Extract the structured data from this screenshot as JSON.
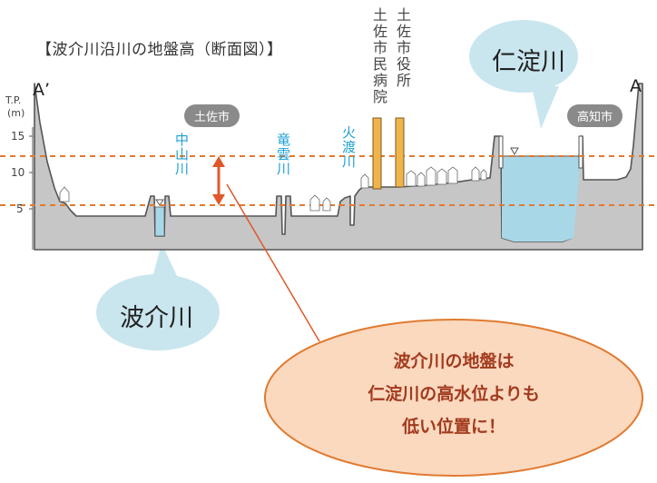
{
  "title": "【波介川沿川の地盤高（断面図）】",
  "points": {
    "left": "A’",
    "right": "A"
  },
  "axis": {
    "unit_line1": "T.P.",
    "unit_line2": "(m)",
    "ticks": [
      "15",
      "10",
      "5"
    ]
  },
  "cities": {
    "tosa": "土佐市",
    "kochi": "高知市"
  },
  "rivers": {
    "nakayama": "中山川",
    "ryuun": "竜雲川",
    "hiwatari": "火渡川",
    "hakai": "波介川",
    "niyodo": "仁淀川"
  },
  "buildings": {
    "hospital": "土佐市民病院",
    "office": "土佐市役所"
  },
  "note_lines": [
    "波介川の地盤は",
    "仁淀川の高水位よりも",
    "低い位置に！"
  ],
  "colors": {
    "ground": "#c6c6c6",
    "water": "#a8d8e8",
    "dashed": "#e07a30",
    "arrow": "#e0582a",
    "bubble": "#c9e6ef",
    "note_fill": "#fbd9bf",
    "note_border": "#e07a30",
    "building": "#f0b54a"
  }
}
